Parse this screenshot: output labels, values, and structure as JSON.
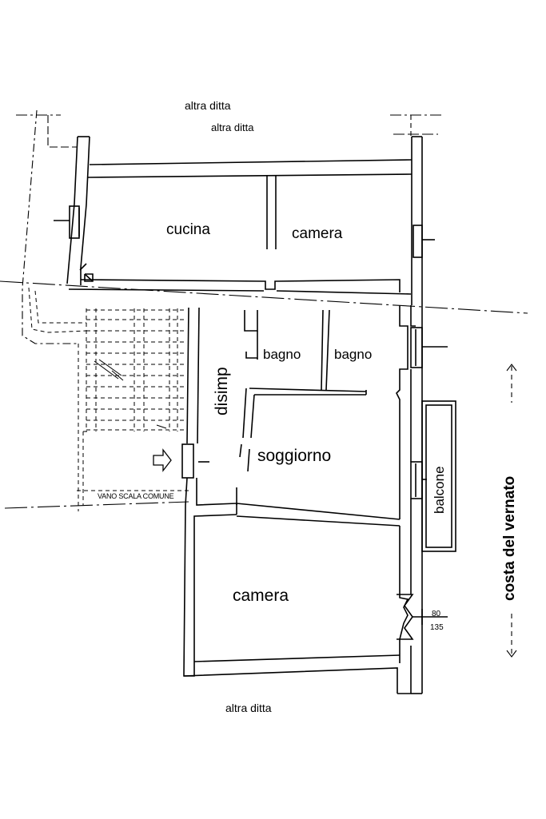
{
  "plan": {
    "neighbours": {
      "top_outer": "altra ditta",
      "top_inner": "altra ditta",
      "bottom": "altra ditta"
    },
    "street": "costa del vernato",
    "rooms": {
      "kitchen": "cucina",
      "bedroom_upper": "camera",
      "hallway": "disimp",
      "bathroom_left": "bagno",
      "bathroom_right": "bagno",
      "living_room": "soggiorno",
      "balcony": "balcone",
      "bedroom_lower": "camera"
    },
    "stairwell": "VANO SCALA COMUNE",
    "window_dims": {
      "upper": "80",
      "lower": "135"
    },
    "colors": {
      "ink": "#000000",
      "paper": "#ffffff"
    }
  }
}
